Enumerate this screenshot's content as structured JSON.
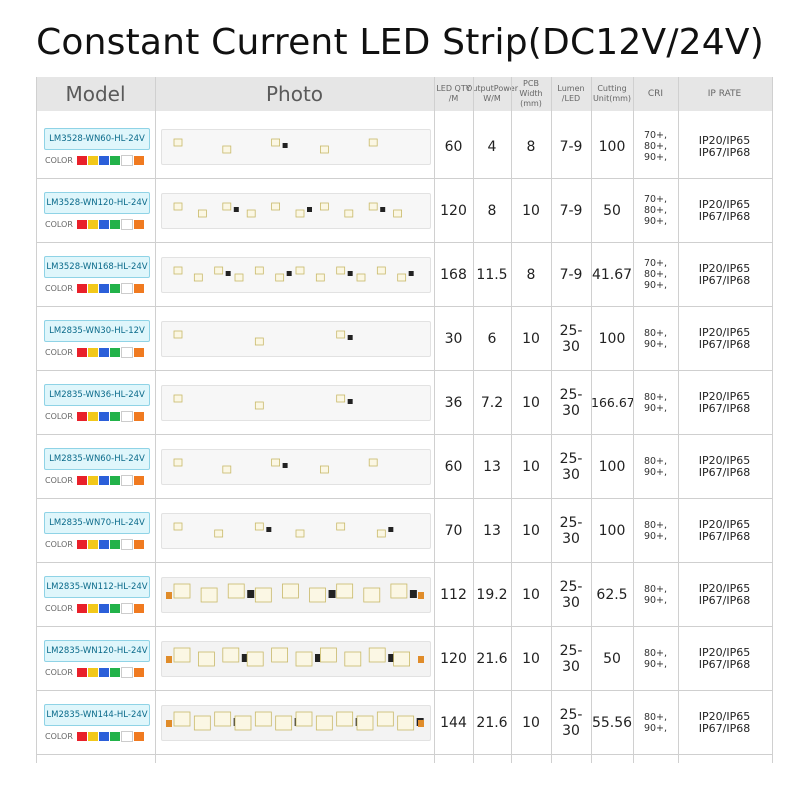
{
  "title": "Constant Current LED Strip(DC12V/24V)",
  "header": {
    "model": "Model",
    "photo": "Photo",
    "led_qty": "LED QTY\n/M",
    "output_power": "OutputPower\nW/M",
    "pcb_width": "PCB Width\n(mm)",
    "lumen": "Lumen\n/LED",
    "cutting": "Cutting\nUnit(mm)",
    "cri": "CRI",
    "ip": "IP RATE"
  },
  "color_label": "COLOR",
  "color_swatches": [
    "#e8202a",
    "#f2c81a",
    "#2b5fd9",
    "#22b24a",
    "#ffffff",
    "#f07a20"
  ],
  "rows": [
    {
      "model": "LM3528-WN60-HL-24V",
      "qty": "60",
      "power": "4",
      "pcb": "8",
      "lumen": "7-9",
      "cut": "100",
      "cri": "70+,\n80+,\n90+,",
      "ip": "IP20/IP65\nIP67/IP68",
      "strip": "white"
    },
    {
      "model": "LM3528-WN120-HL-24V",
      "qty": "120",
      "power": "8",
      "pcb": "10",
      "lumen": "7-9",
      "cut": "50",
      "cri": "70+,\n80+,\n90+,",
      "ip": "IP20/IP65\nIP67/IP68",
      "strip": "white"
    },
    {
      "model": "LM3528-WN168-HL-24V",
      "qty": "168",
      "power": "11.5",
      "pcb": "8",
      "lumen": "7-9",
      "cut": "41.67",
      "cri": "70+,\n80+,\n90+,",
      "ip": "IP20/IP65\nIP67/IP68",
      "strip": "white"
    },
    {
      "model": "LM2835-WN30-HL-12V",
      "qty": "30",
      "power": "6",
      "pcb": "10",
      "lumen": "25-30",
      "cut": "100",
      "cri": "80+,\n90+,",
      "ip": "IP20/IP65\nIP67/IP68",
      "strip": "white"
    },
    {
      "model": "LM2835-WN36-HL-24V",
      "qty": "36",
      "power": "7.2",
      "pcb": "10",
      "lumen": "25-30",
      "cut": "166.67",
      "cri": "80+,\n90+,",
      "ip": "IP20/IP65\nIP67/IP68",
      "strip": "white"
    },
    {
      "model": "LM2835-WN60-HL-24V",
      "qty": "60",
      "power": "13",
      "pcb": "10",
      "lumen": "25-30",
      "cut": "100",
      "cri": "80+,\n90+,",
      "ip": "IP20/IP65\nIP67/IP68",
      "strip": "white"
    },
    {
      "model": "LM2835-WN70-HL-24V",
      "qty": "70",
      "power": "13",
      "pcb": "10",
      "lumen": "25-30",
      "cut": "100",
      "cri": "80+,\n90+,",
      "ip": "IP20/IP65\nIP67/IP68",
      "strip": "white"
    },
    {
      "model": "LM2835-WN112-HL-24V",
      "qty": "112",
      "power": "19.2",
      "pcb": "10",
      "lumen": "25-30",
      "cut": "62.5",
      "cri": "80+,\n90+,",
      "ip": "IP20/IP65\nIP67/IP68",
      "strip": "white"
    },
    {
      "model": "LM2835-WN120-HL-24V",
      "qty": "120",
      "power": "21.6",
      "pcb": "10",
      "lumen": "25-30",
      "cut": "50",
      "cri": "80+,\n90+,",
      "ip": "IP20/IP65\nIP67/IP68",
      "strip": "white"
    },
    {
      "model": "LM2835-WN144-HL-24V",
      "qty": "144",
      "power": "21.6",
      "pcb": "10",
      "lumen": "25-30",
      "cut": "55.56",
      "cri": "80+,\n90+,",
      "ip": "IP20/IP65\nIP67/IP68",
      "strip": "white"
    }
  ]
}
